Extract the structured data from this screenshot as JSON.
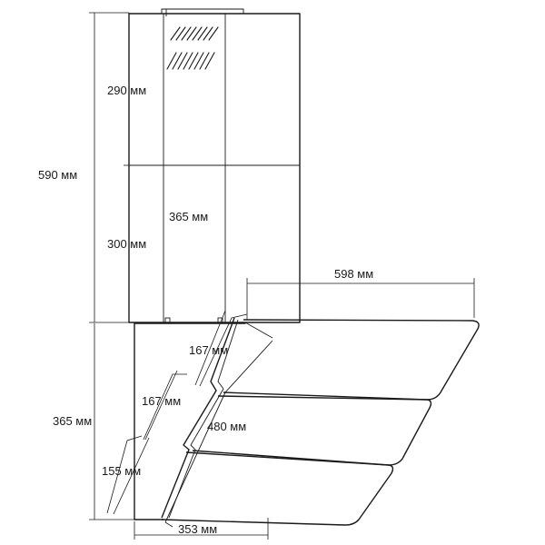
{
  "dimensions": {
    "upper_chimney_height": "290 мм",
    "total_chimney_height": "590 мм",
    "chimney_width": "365 мм",
    "lower_chimney_height": "300 мм",
    "hood_width": "598 мм",
    "panel_top_depth": "167 мм",
    "panel_middle_depth": "167 мм",
    "panel_diagonal_length": "480 мм",
    "hood_body_height": "365 мм",
    "panel_bottom_depth": "155 мм",
    "base_depth": "353 мм"
  }
}
